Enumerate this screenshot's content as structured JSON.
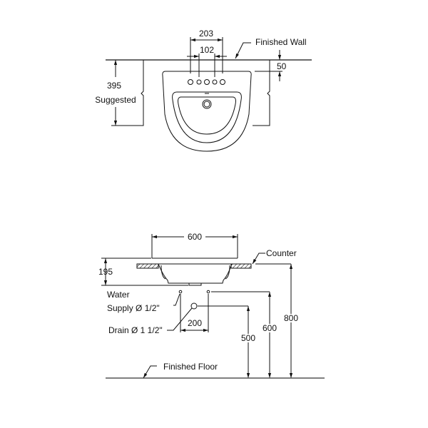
{
  "plan_view": {
    "dim_203": "203",
    "dim_102": "102",
    "finished_wall": "Finished Wall",
    "dim_50": "50",
    "dim_395": "395",
    "suggested": "Suggested"
  },
  "elevation_view": {
    "dim_600_width": "600",
    "counter": "Counter",
    "dim_195": "195",
    "water": "Water",
    "supply": "Supply Ø 1/2\"",
    "drain": "Drain Ø 1 1/2\"",
    "dim_200": "200",
    "dim_500": "500",
    "dim_600_height": "600",
    "dim_800": "800",
    "finished_floor": "Finished Floor"
  }
}
